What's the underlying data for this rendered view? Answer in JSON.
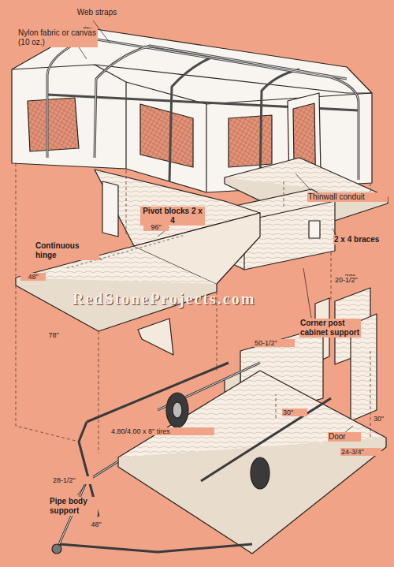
{
  "diagram": {
    "labels": [
      "Web straps",
      "Nylon fabric or canvas (10 oz.)",
      "Thinwall conduit",
      "Pivot blocks 2 x 4",
      "96\"",
      "Continuous hinge",
      "48\"",
      "78\"",
      "2 x 4 braces",
      "30\"",
      "Corner post cabinet support",
      "20-1/2\"",
      "30\"",
      "Door",
      "24-3/4\"",
      "50-1/2\"",
      "30\"",
      "4.80/4.00 x 8\" tires",
      "28-1/2\"",
      "Pipe body support",
      "48\"",
      "RedStoneProjects.com"
    ]
  }
}
